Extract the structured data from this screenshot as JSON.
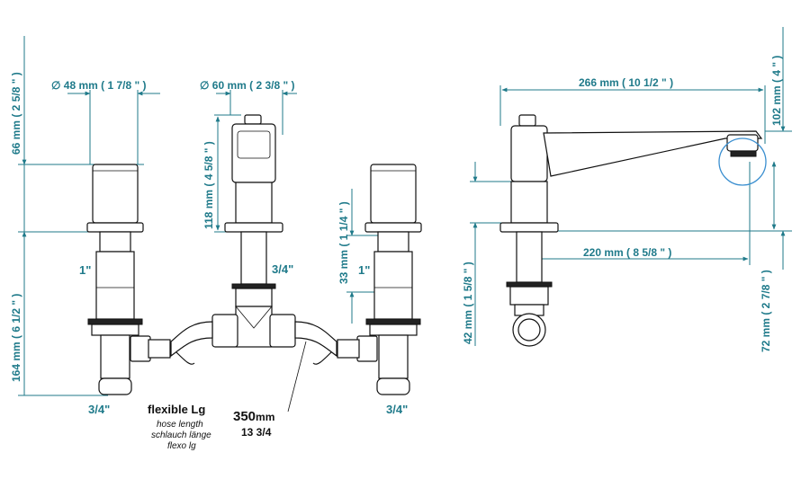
{
  "left_view": {
    "dia_48": "∅  48 mm ( 1 7/8 \" )",
    "dia_60": "∅  60 mm ( 2 3/8 \" )",
    "h_66": "66 mm ( 2 5/8 \" )",
    "h_164": "164 mm ( 6 1/2 \" )",
    "h_118": "118 mm ( 4 5/8 \" )",
    "h_33": "33 mm ( 1 1/4 \" )",
    "thread_1_left": "1\"",
    "thread_1_right": "1\"",
    "thread_34_center": "3/4\"",
    "thread_34_left": "3/4\"",
    "thread_34_right": "3/4\""
  },
  "hose": {
    "title": "flexible Lg",
    "line1": "hose length",
    "line2": "schlauch länge",
    "line3": "flexo lg",
    "length_mm": "350",
    "length_unit": "mm",
    "length_in": "13 3/4"
  },
  "right_view": {
    "w_266": "266 mm ( 10 1/2 \" )",
    "w_220": "220 mm ( 8 5/8 \" )",
    "h_102": "102 mm ( 4 \" )",
    "h_72": "72 mm ( 2 7/8 \" )",
    "h_42": "42 mm ( 1 5/8 \" )"
  },
  "colors": {
    "dimension": "#1f7a8a",
    "circle_highlight": "#3b8fd0"
  }
}
